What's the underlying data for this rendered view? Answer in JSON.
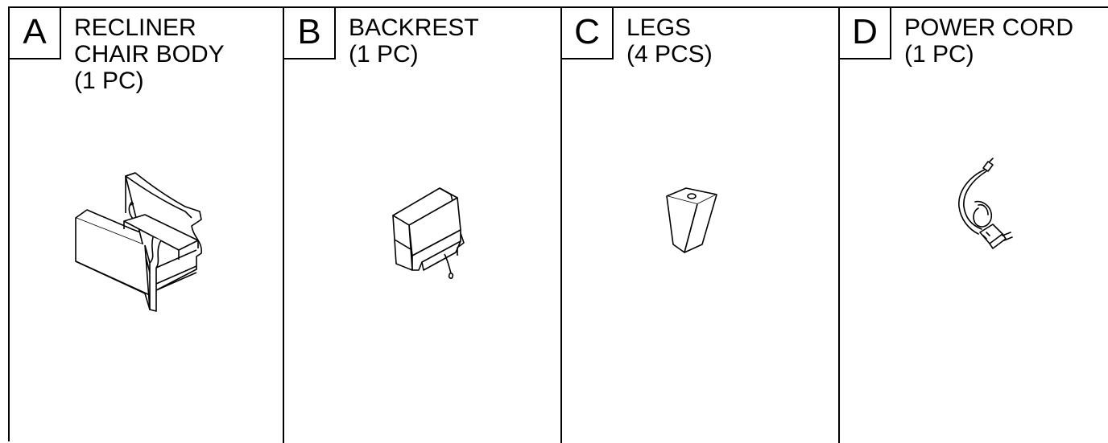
{
  "parts": [
    {
      "letter": "A",
      "name_lines": [
        "RECLINER",
        "CHAIR BODY",
        "(1 PC)"
      ],
      "icon": "recliner-chair-body-icon"
    },
    {
      "letter": "B",
      "name_lines": [
        "BACKREST",
        "(1 PC)"
      ],
      "icon": "backrest-icon"
    },
    {
      "letter": "C",
      "name_lines": [
        "LEGS",
        "(4 PCS)"
      ],
      "icon": "leg-icon"
    },
    {
      "letter": "D",
      "name_lines": [
        "POWER CORD",
        "(1 PC)"
      ],
      "icon": "power-cord-icon"
    }
  ],
  "colors": {
    "line": "#000000",
    "background": "#ffffff"
  }
}
